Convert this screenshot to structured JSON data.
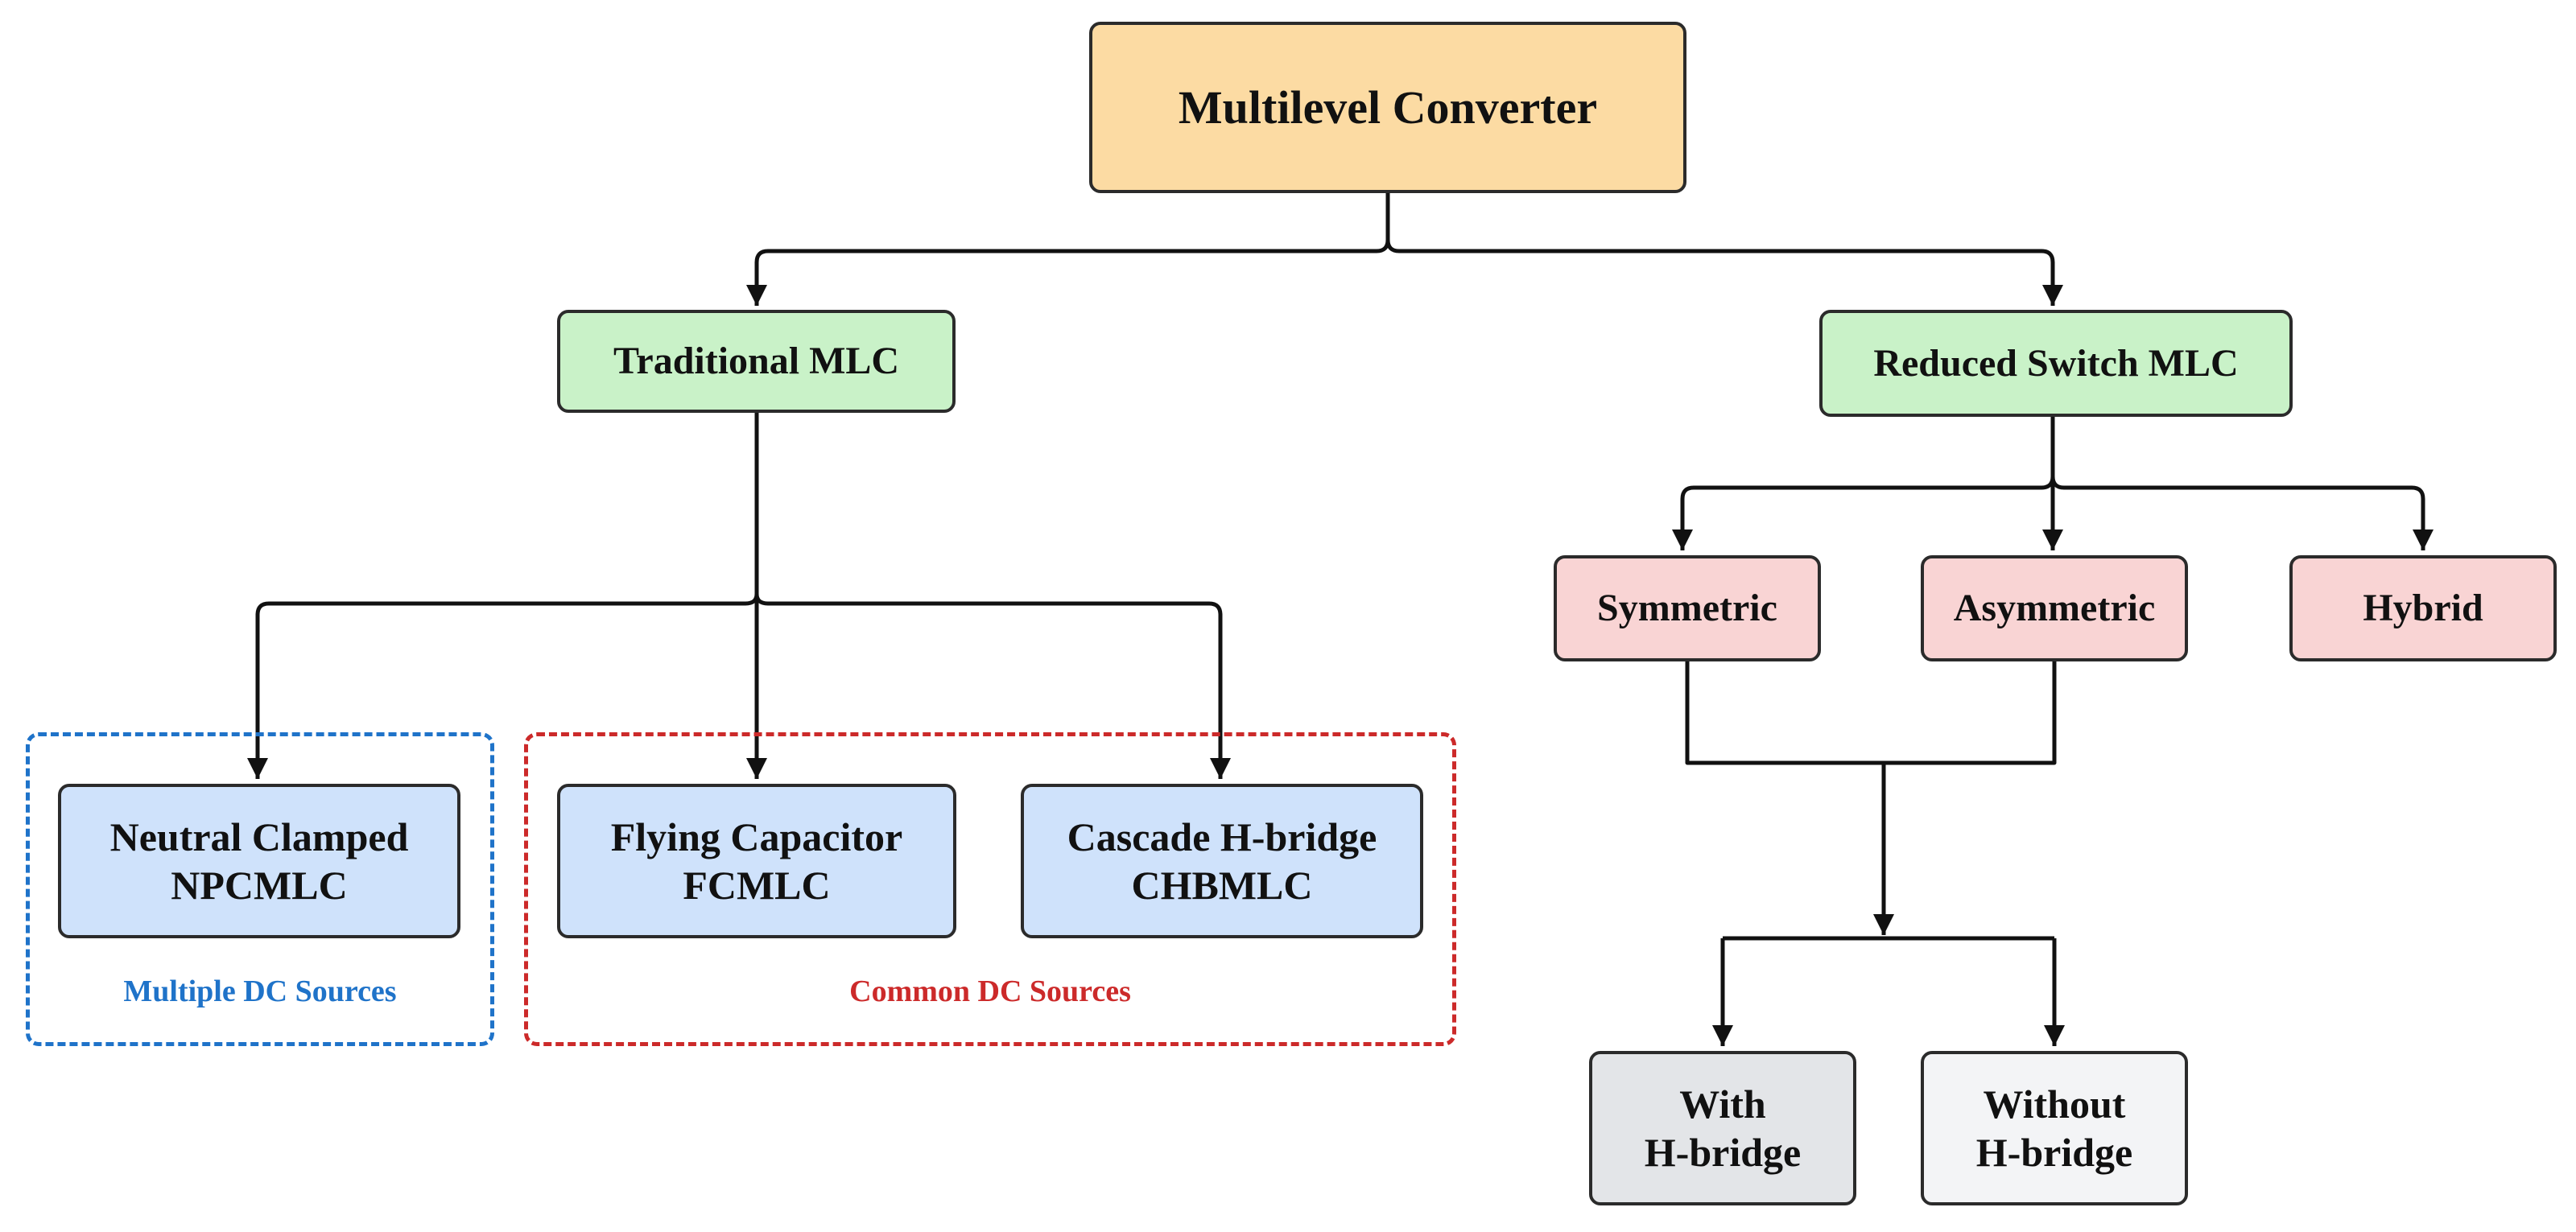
{
  "colors": {
    "root_fill": "#fcdba3",
    "level1_fill": "#c9f2c8",
    "type_fill": "#f9d4d4",
    "topology_fill": "#cfe2fb",
    "hbridge_with_fill": "#e3e5e8",
    "hbridge_without_fill": "#f3f4f6",
    "line": "#111111",
    "multiple_group": "#1f73c9",
    "common_group": "#cc2a2a"
  },
  "root": {
    "label": "Multilevel Converter"
  },
  "traditional": {
    "label": "Traditional MLC",
    "children": [
      {
        "line1": "Neutral Clamped",
        "line2": "NPCMLC"
      },
      {
        "line1": "Flying Capacitor",
        "line2": "FCMLC"
      },
      {
        "line1": "Cascade H-bridge",
        "line2": "CHBMLC"
      }
    ],
    "groups": {
      "multiple": "Multiple DC Sources",
      "common": "Common DC Sources"
    }
  },
  "reduced": {
    "label": "Reduced Switch MLC",
    "types": [
      {
        "label": "Symmetric"
      },
      {
        "label": "Asymmetric"
      },
      {
        "label": "Hybrid"
      }
    ],
    "hbridge": [
      {
        "line1": "With",
        "line2": "H-bridge"
      },
      {
        "line1": "Without",
        "line2": "H-bridge"
      }
    ]
  }
}
